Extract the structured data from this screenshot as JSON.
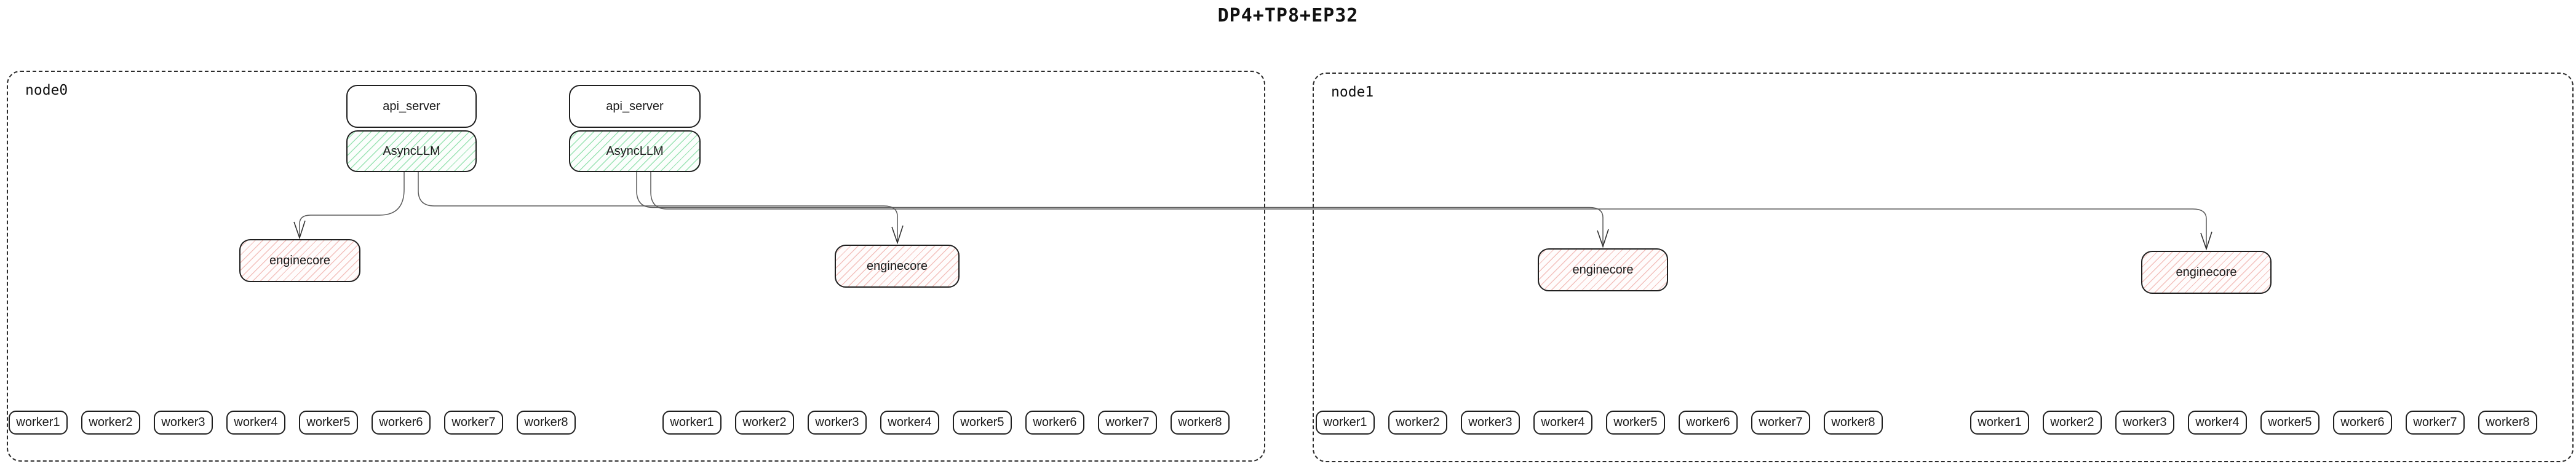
{
  "title": "DP4+TP8+EP32",
  "colors": {
    "green_hatch": "#9be3b4",
    "red_hatch": "#f3c1bd",
    "box_border": "#1f1f1f",
    "edge": "#5a5a5a",
    "arrow": "#2f2f2f",
    "dash_border": "#2b2b2b"
  },
  "node0": {
    "label": "node0",
    "api_servers": [
      {
        "label": "api_server",
        "asyncllm": "AsyncLLM"
      },
      {
        "label": "api_server",
        "asyncllm": "AsyncLLM"
      }
    ],
    "enginecores": [
      {
        "label": "enginecore"
      },
      {
        "label": "enginecore"
      }
    ],
    "worker_groups": [
      {
        "workers": [
          "worker1",
          "worker2",
          "worker3",
          "worker4",
          "worker5",
          "worker6",
          "worker7",
          "worker8"
        ]
      },
      {
        "workers": [
          "worker1",
          "worker2",
          "worker3",
          "worker4",
          "worker5",
          "worker6",
          "worker7",
          "worker8"
        ]
      }
    ]
  },
  "node1": {
    "label": "node1",
    "enginecores": [
      {
        "label": "enginecore"
      },
      {
        "label": "enginecore"
      }
    ],
    "worker_groups": [
      {
        "workers": [
          "worker1",
          "worker2",
          "worker3",
          "worker4",
          "worker5",
          "worker6",
          "worker7",
          "worker8"
        ]
      },
      {
        "workers": [
          "worker1",
          "worker2",
          "worker3",
          "worker4",
          "worker5",
          "worker6",
          "worker7",
          "worker8"
        ]
      }
    ]
  }
}
